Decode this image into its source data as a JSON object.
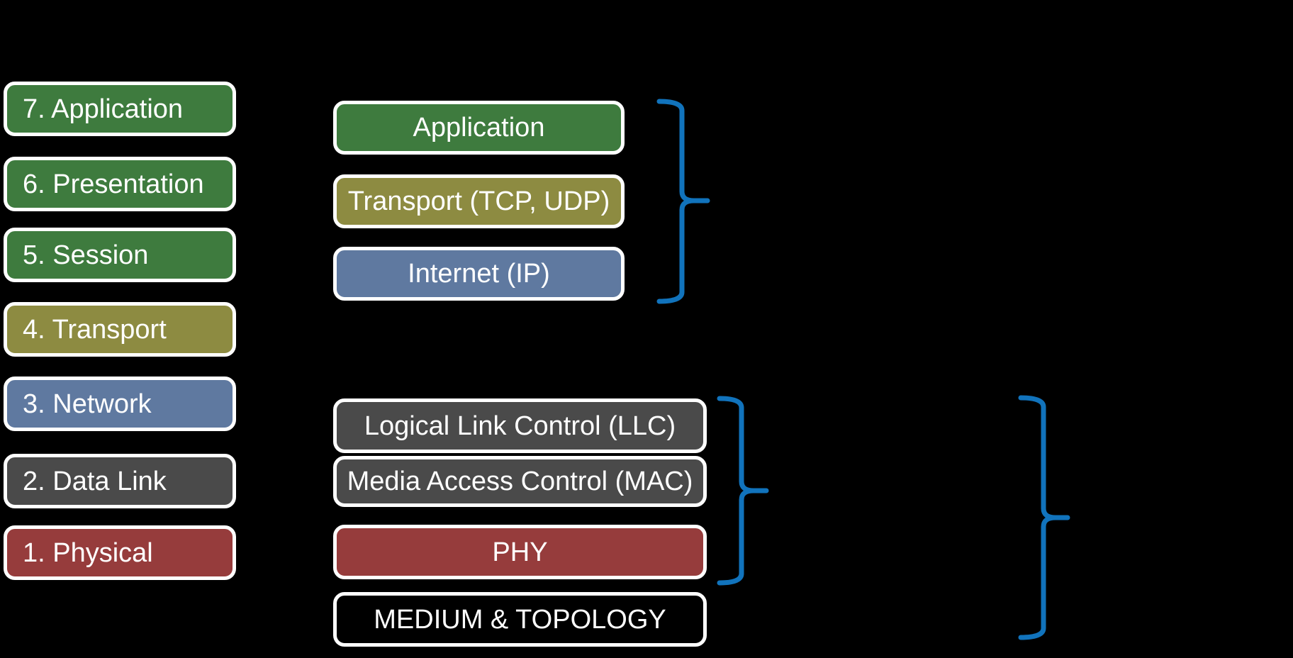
{
  "colors": {
    "background": "#000000",
    "box_border": "#ffffff",
    "box_text": "#ffffff",
    "green": "#3e7b3e",
    "olive": "#8d8b41",
    "blue": "#5f79a0",
    "gray": "#4a4a4a",
    "red": "#963c3c",
    "black": "#000000",
    "brace": "#1173bc"
  },
  "osi_layers": [
    {
      "label": "7. Application",
      "color": "green"
    },
    {
      "label": "6. Presentation",
      "color": "green"
    },
    {
      "label": "5. Session",
      "color": "green"
    },
    {
      "label": "4. Transport",
      "color": "olive"
    },
    {
      "label": "3. Network",
      "color": "blue"
    },
    {
      "label": "2. Data Link",
      "color": "gray"
    },
    {
      "label": "1. Physical",
      "color": "red"
    }
  ],
  "internet_stack": [
    {
      "label": "Application",
      "color": "green"
    },
    {
      "label": "Transport (TCP, UDP)",
      "color": "olive"
    },
    {
      "label": "Internet (IP)",
      "color": "blue"
    }
  ],
  "ieee_stack": [
    {
      "label": "Logical Link Control (LLC)",
      "color": "gray"
    },
    {
      "label": "Media Access Control (MAC)",
      "color": "gray"
    },
    {
      "label": "PHY",
      "color": "red"
    },
    {
      "label": "MEDIUM & TOPOLOGY",
      "color": "black"
    }
  ],
  "braces": {
    "count": 3,
    "label_text": ""
  }
}
